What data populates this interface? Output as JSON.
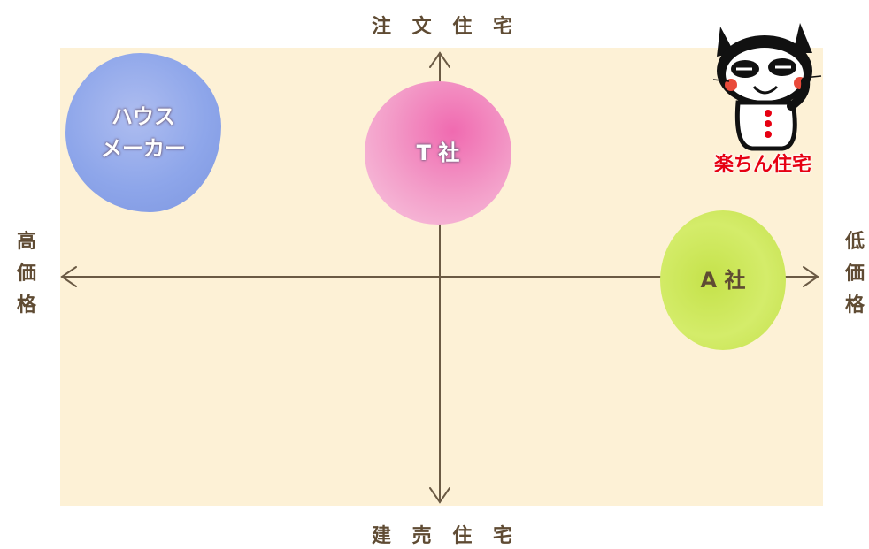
{
  "axes": {
    "top": "注 文 住 宅",
    "bottom": "建 売 住 宅",
    "left": "高価格",
    "right": "低価格"
  },
  "positions": [
    {
      "label": "ハウス\nメーカー",
      "color": "#8ea6ea",
      "x": -0.95,
      "y": 0.82
    },
    {
      "label": "T 社",
      "color": "#f39cc8",
      "x": 0.0,
      "y": 0.72
    },
    {
      "label": "A 社",
      "color": "#cfe85a",
      "x": 0.85,
      "y": 0.0
    }
  ],
  "brand": {
    "name": "楽ちん住宅",
    "icon": "panda-mascot-icon"
  },
  "colors": {
    "axis": "#6b5a44",
    "background": "#fdf1d6",
    "brand": "#e60012"
  }
}
